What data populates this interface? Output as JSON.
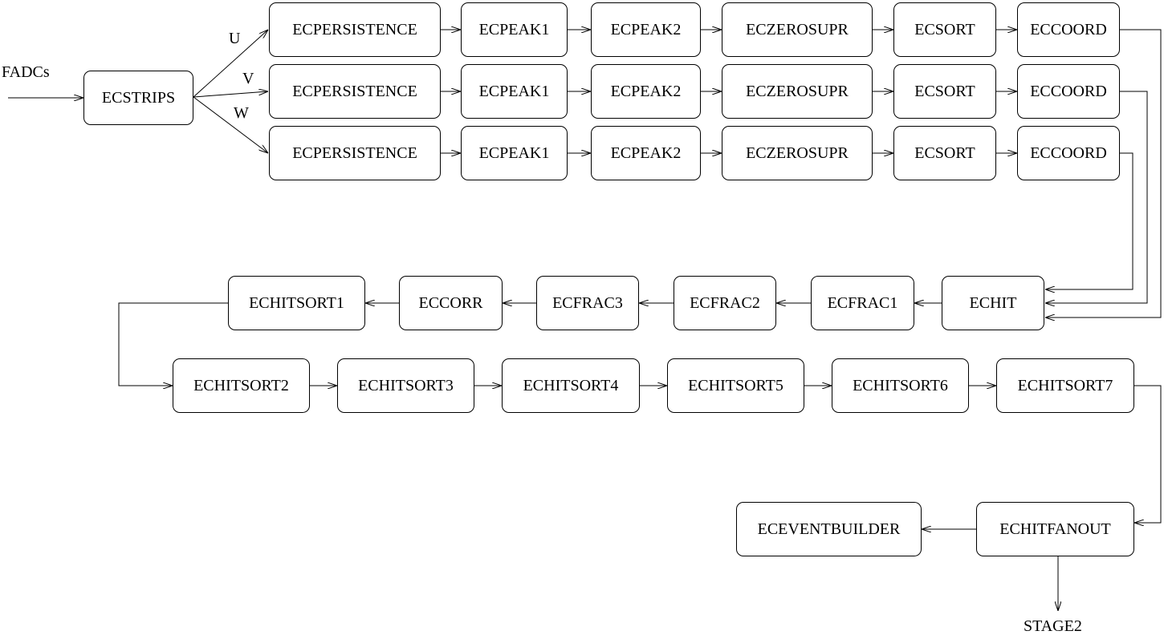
{
  "input_label": "FADCs",
  "output_label": "STAGE2",
  "branch_labels": {
    "u": "U",
    "v": "V",
    "w": "W"
  },
  "strips": "ECSTRIPS",
  "rows": {
    "u": [
      "ECPERSISTENCE",
      "ECPEAK1",
      "ECPEAK2",
      "ECZEROSUPR",
      "ECSORT",
      "ECCOORD"
    ],
    "v": [
      "ECPERSISTENCE",
      "ECPEAK1",
      "ECPEAK2",
      "ECZEROSUPR",
      "ECSORT",
      "ECCOORD"
    ],
    "w": [
      "ECPERSISTENCE",
      "ECPEAK1",
      "ECPEAK2",
      "ECZEROSUPR",
      "ECSORT",
      "ECCOORD"
    ]
  },
  "hit_row": [
    "ECHIT",
    "ECFRAC1",
    "ECFRAC2",
    "ECFRAC3",
    "ECCORR",
    "ECHITSORT1"
  ],
  "sort_row": [
    "ECHITSORT2",
    "ECHITSORT3",
    "ECHITSORT4",
    "ECHITSORT5",
    "ECHITSORT6",
    "ECHITSORT7"
  ],
  "fanout": "ECHITFANOUT",
  "event_builder": "ECEVENTBUILDER"
}
